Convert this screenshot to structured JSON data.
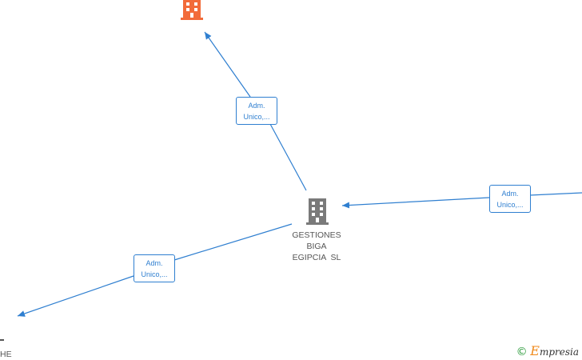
{
  "diagram": {
    "center_node": {
      "name_lines": [
        "GESTIONES",
        "BIGA",
        "EGIPCIA  SL"
      ],
      "icon": "building-icon",
      "color": "#7a7a7a"
    },
    "top_node": {
      "icon": "building-icon",
      "color": "#f26b3a"
    },
    "bottom_left_node": {
      "name_partial": "HE"
    },
    "edges": [
      {
        "role_lines": [
          "Adm.",
          "Unico,..."
        ],
        "direction": "to-top-node"
      },
      {
        "role_lines": [
          "Adm.",
          "Unico,..."
        ],
        "direction": "from-right-node"
      },
      {
        "role_lines": [
          "Adm.",
          "Unico,..."
        ],
        "direction": "to-bottom-left-node"
      }
    ],
    "edge_color": "#2f7fd0"
  },
  "watermark": {
    "copyright": "©",
    "brand_initial": "E",
    "brand_rest": "mpresia"
  }
}
